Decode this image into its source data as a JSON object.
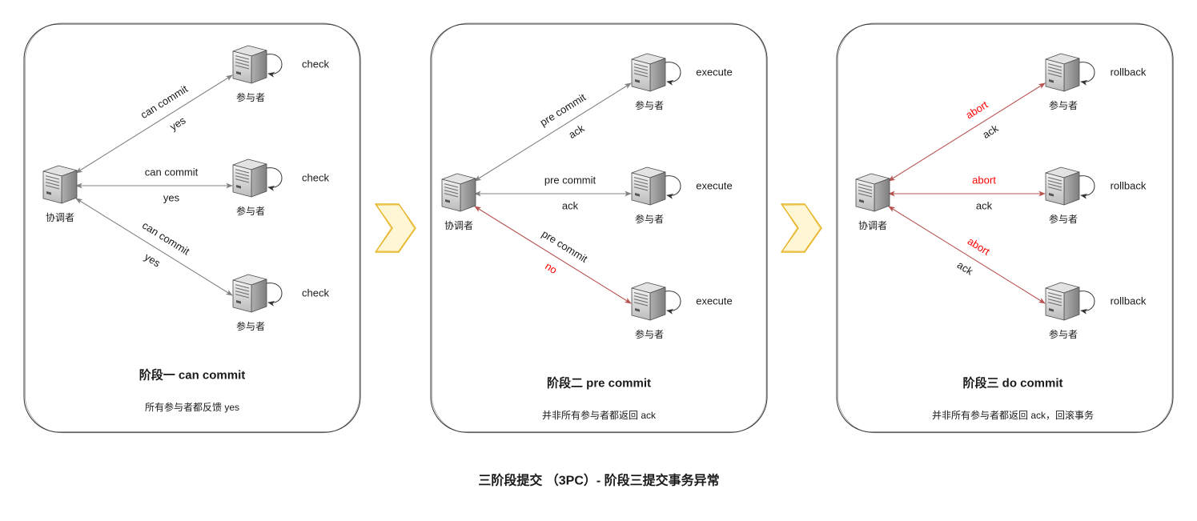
{
  "caption": "三阶段提交 （3PC）- 阶段三提交事务异常",
  "colors": {
    "text": "#1a1a1a",
    "panel_border": "#333333",
    "panel_fill": "#ffffff",
    "chevron_stroke": "#e6b422",
    "chevron_fill": "#fff6d6",
    "loop_arrow": "#333333"
  },
  "panels": [
    {
      "title": "阶段一 can commit",
      "subtitle": "所有参与者都反馈 yes",
      "coordinator": {
        "label": "协调者",
        "icon": "server-icon"
      },
      "participants": [
        {
          "label": "参与者",
          "action": "check",
          "icon": "server-icon"
        },
        {
          "label": "参与者",
          "action": "check",
          "icon": "server-icon"
        },
        {
          "label": "参与者",
          "action": "check",
          "icon": "server-icon"
        }
      ],
      "edges": [
        {
          "request": "can commit",
          "response": "yes",
          "line_color": "#808080",
          "request_color": "#1a1a1a",
          "response_color": "#1a1a1a"
        },
        {
          "request": "can commit",
          "response": "yes",
          "line_color": "#808080",
          "request_color": "#1a1a1a",
          "response_color": "#1a1a1a"
        },
        {
          "request": "can commit",
          "response": "yes",
          "line_color": "#808080",
          "request_color": "#1a1a1a",
          "response_color": "#1a1a1a"
        }
      ]
    },
    {
      "title": "阶段二 pre commit",
      "subtitle": "并非所有参与者都返回 ack",
      "coordinator": {
        "label": "协调者",
        "icon": "server-icon"
      },
      "participants": [
        {
          "label": "参与者",
          "action": "execute",
          "icon": "server-icon"
        },
        {
          "label": "参与者",
          "action": "execute",
          "icon": "server-icon"
        },
        {
          "label": "参与者",
          "action": "execute",
          "icon": "server-icon"
        }
      ],
      "edges": [
        {
          "request": "pre commit",
          "response": "ack",
          "line_color": "#808080",
          "request_color": "#1a1a1a",
          "response_color": "#1a1a1a"
        },
        {
          "request": "pre commit",
          "response": "ack",
          "line_color": "#808080",
          "request_color": "#1a1a1a",
          "response_color": "#1a1a1a"
        },
        {
          "request": "pre commit",
          "response": "no",
          "line_color": "#b85450",
          "request_color": "#1a1a1a",
          "response_color": "#ff0000"
        }
      ]
    },
    {
      "title": "阶段三 do commit",
      "subtitle": "并非所有参与者都返回 ack，回滚事务",
      "coordinator": {
        "label": "协调者",
        "icon": "server-icon"
      },
      "participants": [
        {
          "label": "参与者",
          "action": "rollback",
          "icon": "server-icon"
        },
        {
          "label": "参与者",
          "action": "rollback",
          "icon": "server-icon"
        },
        {
          "label": "参与者",
          "action": "rollback",
          "icon": "server-icon"
        }
      ],
      "edges": [
        {
          "request": "abort",
          "response": "ack",
          "line_color": "#b85450",
          "request_color": "#ff0000",
          "response_color": "#1a1a1a"
        },
        {
          "request": "abort",
          "response": "ack",
          "line_color": "#b85450",
          "request_color": "#ff0000",
          "response_color": "#1a1a1a"
        },
        {
          "request": "abort",
          "response": "ack",
          "line_color": "#b85450",
          "request_color": "#ff0000",
          "response_color": "#1a1a1a"
        }
      ]
    }
  ],
  "transitions": [
    {
      "icon": "chevron-right-icon"
    },
    {
      "icon": "chevron-right-icon"
    }
  ]
}
